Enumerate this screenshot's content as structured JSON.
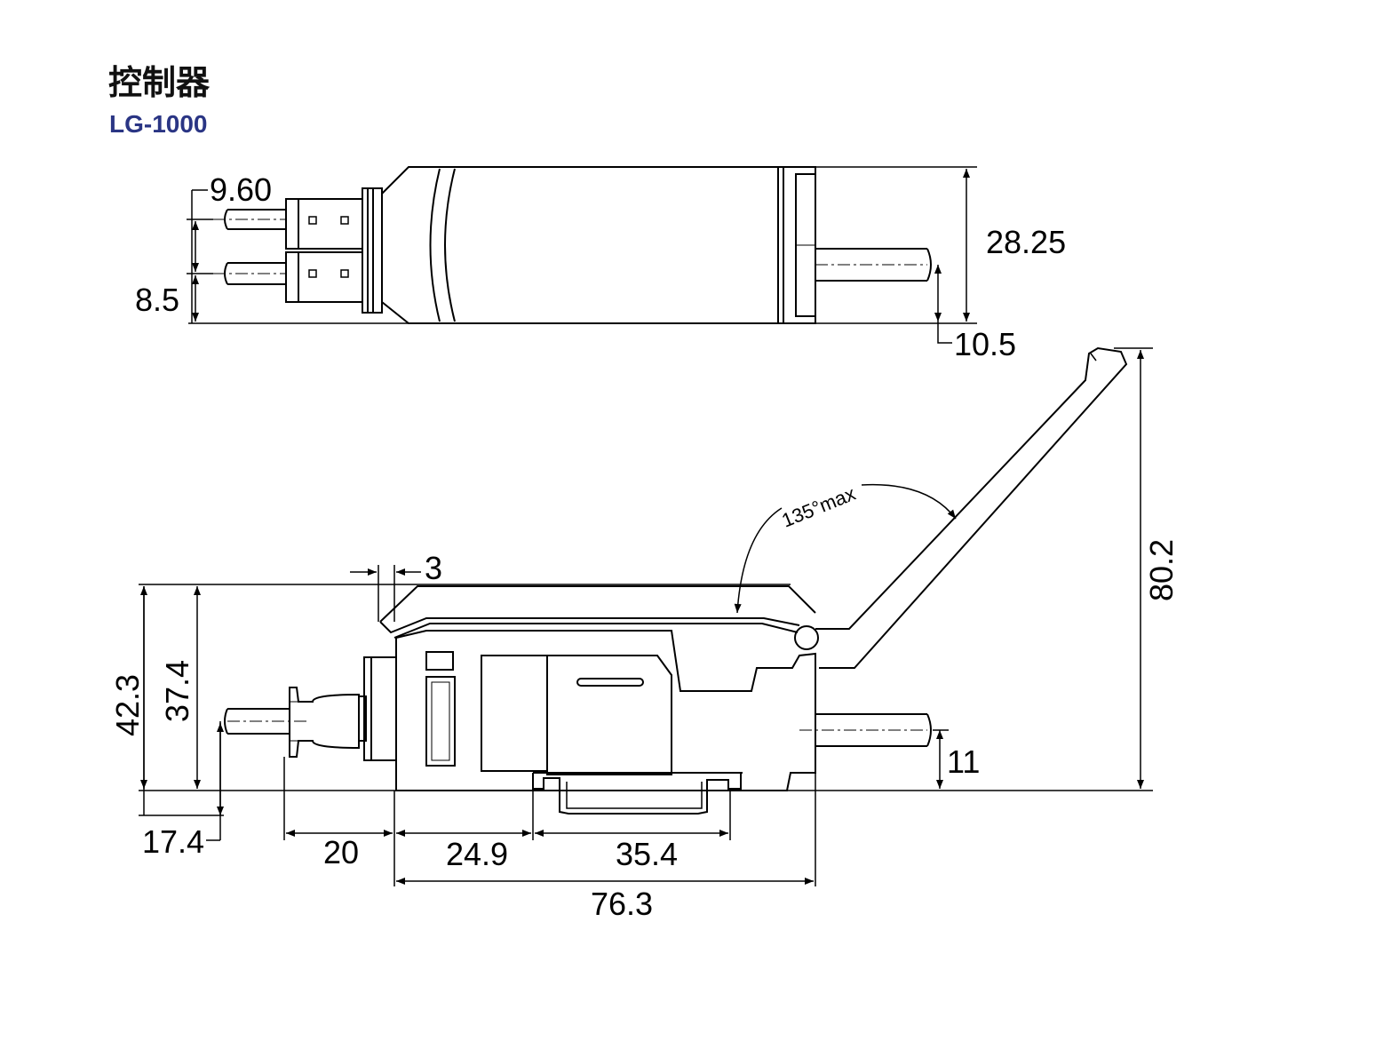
{
  "header": {
    "title": "控制器",
    "model": "LG-1000"
  },
  "colors": {
    "line": "#000000",
    "model_text": "#2a3584"
  },
  "top_view": {
    "dim_connector_pitch": "9.60",
    "dim_connector_offset": "8.5",
    "dim_height": "28.25",
    "dim_cable_height": "10.5"
  },
  "side_view": {
    "dim_cover_step": "3",
    "dim_total_height": "42.3",
    "dim_body_height": "37.4",
    "dim_connector_height": "17.4",
    "dim_connector_length": "20",
    "dim_front_length": "24.9",
    "dim_rail_width": "35.4",
    "dim_body_length": "76.3",
    "dim_cable_height": "11",
    "dim_open_height": "80.2",
    "angle_label": "135°max"
  }
}
